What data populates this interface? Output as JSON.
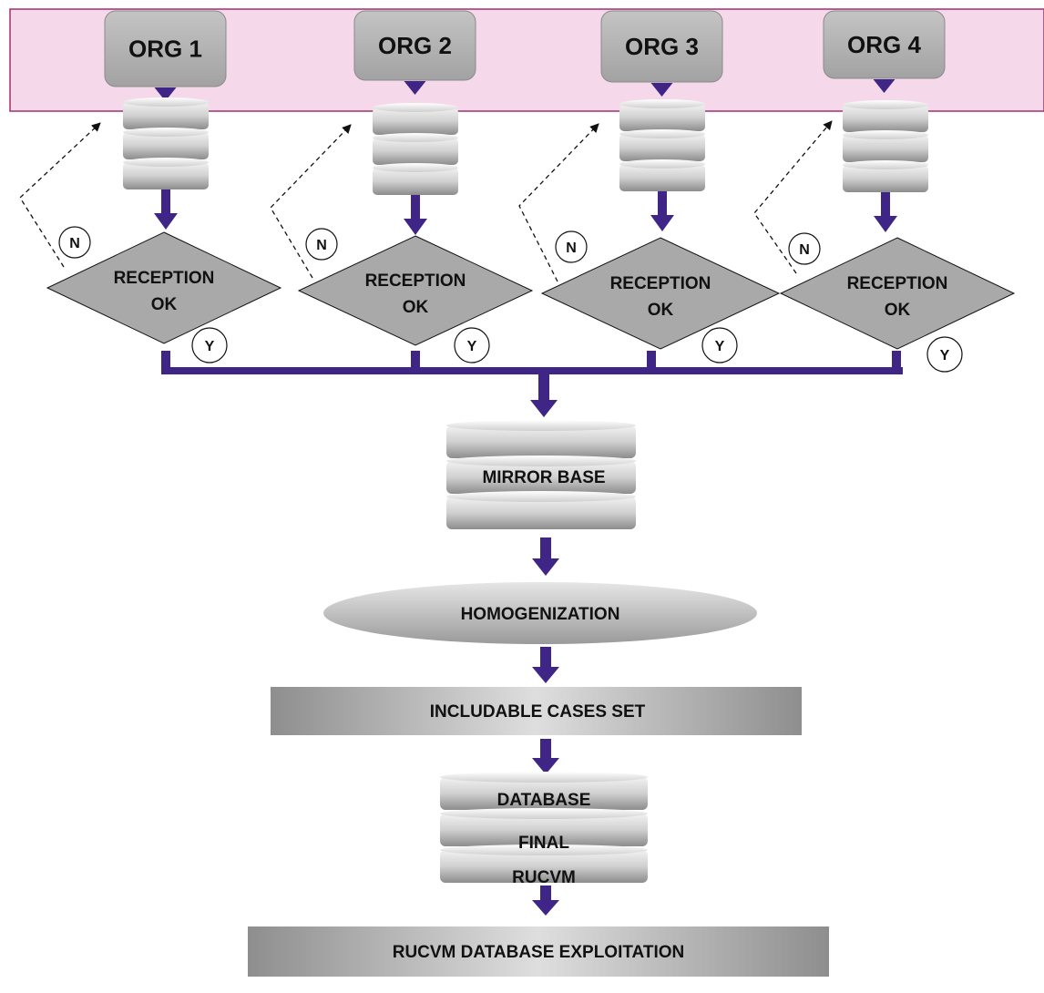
{
  "colors": {
    "band_fill": "#f5d9ea",
    "band_stroke": "#a0306f",
    "arrow": "#3f2585",
    "node_gray": "#a9a9a9"
  },
  "orgs": [
    {
      "label": "ORG 1",
      "decision": {
        "line1": "RECEPTION",
        "line2": "OK"
      },
      "no": "N",
      "yes": "Y"
    },
    {
      "label": "ORG 2",
      "decision": {
        "line1": "RECEPTION",
        "line2": "OK"
      },
      "no": "N",
      "yes": "Y"
    },
    {
      "label": "ORG 3",
      "decision": {
        "line1": "RECEPTION",
        "line2": "OK"
      },
      "no": "N",
      "yes": "Y"
    },
    {
      "label": "ORG 4",
      "decision": {
        "line1": "RECEPTION",
        "line2": "OK"
      },
      "no": "N",
      "yes": "Y"
    }
  ],
  "mirror_base": "MIRROR BASE",
  "homogenization": "HOMOGENIZATION",
  "includable": "INCLUDABLE CASES SET",
  "final_db": {
    "line1": "DATABASE",
    "line2": "FINAL",
    "line3": "RUCVM"
  },
  "exploitation": "RUCVM DATABASE EXPLOITATION"
}
